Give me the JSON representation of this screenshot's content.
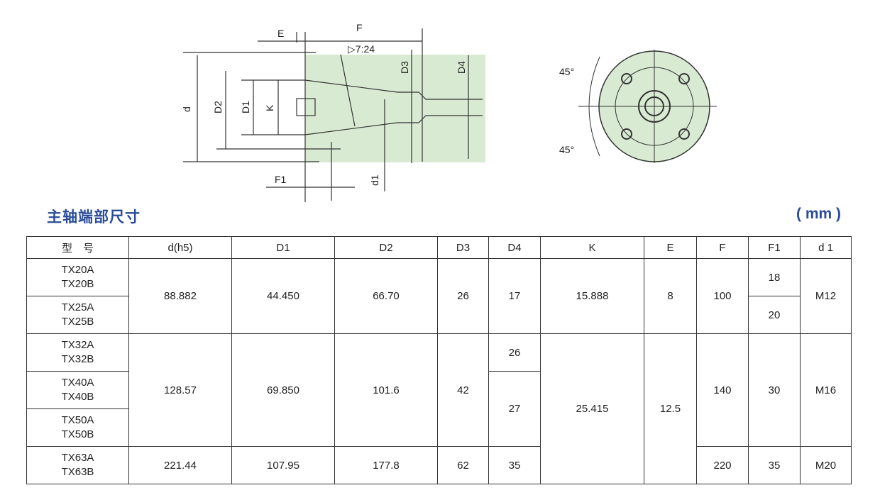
{
  "diagram": {
    "labels": {
      "E": "E",
      "F": "F",
      "taper": "7:24",
      "d": "d",
      "D2": "D2",
      "D1": "D1",
      "K": "K",
      "D3": "D3",
      "D4": "D4",
      "F1": "F1",
      "d1": "d1"
    },
    "angle_top": "45°",
    "angle_bottom": "45°",
    "fill": "#d9ead3"
  },
  "section_title": "主轴端部尺寸",
  "unit": "( mm )",
  "table": {
    "headers": [
      "型　号",
      "d(h5)",
      "D1",
      "D2",
      "D3",
      "D4",
      "K",
      "E",
      "F",
      "F1",
      "d 1"
    ],
    "models": [
      [
        "TX20A",
        "TX20B"
      ],
      [
        "TX25A",
        "TX25B"
      ],
      [
        "TX32A",
        "TX32B"
      ],
      [
        "TX40A",
        "TX40B"
      ],
      [
        "TX50A",
        "TX50B"
      ],
      [
        "TX63A",
        "TX63B"
      ]
    ],
    "g1": {
      "d": "88.882",
      "D1": "44.450",
      "D2": "66.70",
      "D3": "26",
      "D4": "17",
      "K": "15.888",
      "E": "8",
      "F": "100",
      "F1a": "18",
      "F1b": "20",
      "d1": "M12"
    },
    "g2": {
      "d": "128.57",
      "D1": "69.850",
      "D2": "101.6",
      "D3": "42",
      "D4a": "26",
      "D4b": "27",
      "K": "25.415",
      "E": "12.5",
      "F": "140",
      "F1": "30",
      "d1": "M16"
    },
    "g3": {
      "d": "221.44",
      "D1": "107.95",
      "D2": "177.8",
      "D3": "62",
      "D4": "35",
      "F": "220",
      "F1": "35",
      "d1": "M20"
    }
  }
}
